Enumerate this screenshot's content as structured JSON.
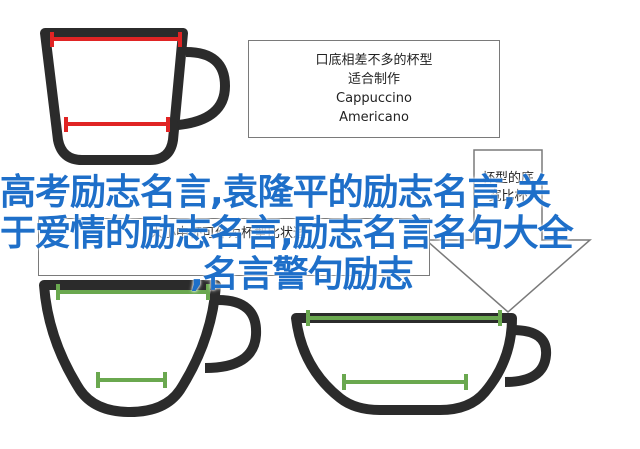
{
  "top_box": {
    "line1": "口底相差不多的杯型",
    "line2": "适合制作",
    "line3": "Cappuccino",
    "line4": "Americano"
  },
  "middle_box": {
    "text": "大小中杯可作为杯型比状适"
  },
  "arrow": {
    "label": "杯型的底宽比杯"
  },
  "overlay_title": {
    "line1": "高考励志名言,袁隆平的励志名言,关",
    "line2": "于爱情的励志名言,励志名言名句大全",
    "line3": ",名言警句励志"
  },
  "colors": {
    "cup_stroke": "#2b2b2b",
    "red_marker": "#e02424",
    "green_marker": "#6aa84f",
    "title_blue": "#1e6fc9"
  }
}
